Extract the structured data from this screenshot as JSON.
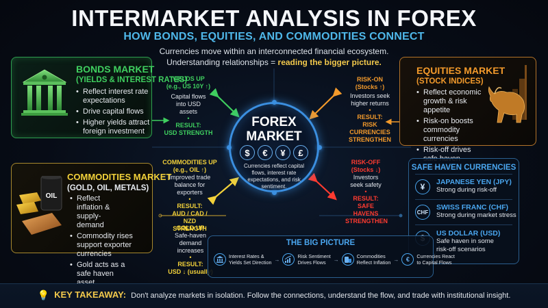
{
  "header": {
    "title": "INTERMARKET ANALYSIS IN FOREX",
    "subtitle": "HOW BONDS, EQUITIES, AND COMMODITIES CONNECT",
    "intro_line1": "Currencies move within an interconnected financial ecosystem.",
    "intro_line2_prefix": "Understanding relationships = ",
    "intro_line2_highlight": "reading the bigger picture."
  },
  "bonds": {
    "title": "BONDS MARKET",
    "subtitle": "(YIELDS & INTEREST RATES)",
    "icon": "bank-building-icon",
    "color": "#3fcf5f",
    "bullets": [
      "Reflect interest rate expectations",
      "Drive capital flows",
      "Higher yields attract foreign investment"
    ]
  },
  "equities": {
    "title": "EQUITIES MARKET",
    "subtitle": "(STOCK INDICES)",
    "icon": "bull-icon",
    "color": "#f39a2b",
    "bullets": [
      "Reflect economic growth & risk appetite",
      "Risk-on boosts commodity currencies",
      "Risk-off drives safe haven demand"
    ]
  },
  "commodities": {
    "title": "COMMODITIES MARKET",
    "subtitle": "(GOLD, OIL, METALS)",
    "icon": "gold-oil-icon",
    "oil_label": "OIL",
    "color": "#f2d13a",
    "bullets": [
      "Reflect inflation & supply-demand",
      "Commodity rises support exporter currencies",
      "Gold acts as a safe haven asset"
    ]
  },
  "forex": {
    "title_line1": "FOREX",
    "title_line2": "MARKET",
    "coins": [
      "$",
      "€",
      "¥",
      "£"
    ],
    "description": "Currencies reflect capital flows, interest rate expectations, and risk sentiment."
  },
  "links": {
    "yields_up": {
      "heading": "YIELDS UP",
      "example": "(e.g., US 10Y ↑)",
      "text": "Capital flows into USD assets",
      "result_label": "RESULT:",
      "result": "USD STRENGTH",
      "color": "#3fcf5f"
    },
    "risk_on": {
      "heading": "RISK-ON",
      "example": "(Stocks ↑)",
      "text": "Investors seek higher returns",
      "result_label": "RESULT:",
      "result": "RISK CURRENCIES STRENGTHEN",
      "color": "#f39a2b"
    },
    "commodities_up": {
      "heading": "COMMODITIES UP",
      "example": "(e.g., OIL ↑)",
      "text": "Improved trade balance for exporters",
      "result_label": "RESULT:",
      "result": "AUD / CAD / NZD STRENGTH",
      "color": "#f2d13a"
    },
    "risk_off": {
      "heading": "RISK-OFF",
      "example": "(Stocks ↓)",
      "text": "Investors seek safety",
      "result_label": "RESULT:",
      "result": "SAFE HAVENS STRENGTHEN",
      "color": "#ff3b30"
    },
    "gold_up": {
      "heading": "GOLD UP",
      "text": "Safe-haven demand increases",
      "result_label": "RESULT:",
      "result": "USD ↓ (usually)",
      "color": "#f2d13a"
    }
  },
  "safe_haven": {
    "title": "SAFE HAVEN CURRENCIES",
    "items": [
      {
        "icon": "¥",
        "icon_name": "yen-icon",
        "name": "JAPANESE YEN (JPY)",
        "desc": "Strong during risk-off"
      },
      {
        "icon": "CHF",
        "icon_name": "franc-icon",
        "name": "SWISS FRANC (CHF)",
        "desc": "Strong during market stress"
      },
      {
        "icon": "$",
        "icon_name": "dollar-icon",
        "name": "US DOLLAR (USD)",
        "desc": "Safe haven in some risk-off scenarios"
      }
    ]
  },
  "big_picture": {
    "title": "THE BIG PICTURE",
    "steps": [
      {
        "icon": "🏛",
        "icon_name": "bank-icon",
        "line1": "Interest Rates &",
        "line2": "Yields Set Direction"
      },
      {
        "icon": "📈",
        "icon_name": "growth-chart-icon",
        "line1": "Risk Sentiment",
        "line2": "Drives Flows"
      },
      {
        "icon": "▤",
        "icon_name": "commodity-barrels-icon",
        "line1": "Commodities",
        "line2": "Reflect Inflation"
      },
      {
        "icon": "€",
        "icon_name": "currency-exchange-icon",
        "line1": "Currencies React",
        "line2": "to Capital Flows"
      }
    ],
    "arrow": "→"
  },
  "takeaway": {
    "label": "KEY TAKEAWAY:",
    "text": "Don't analyze markets in isolation. Follow the connections, understand the flow, and trade with institutional insight."
  },
  "colors": {
    "background": "#070c16",
    "accent_blue": "#3b8fe0",
    "highlight_yellow": "#f2c94c"
  }
}
